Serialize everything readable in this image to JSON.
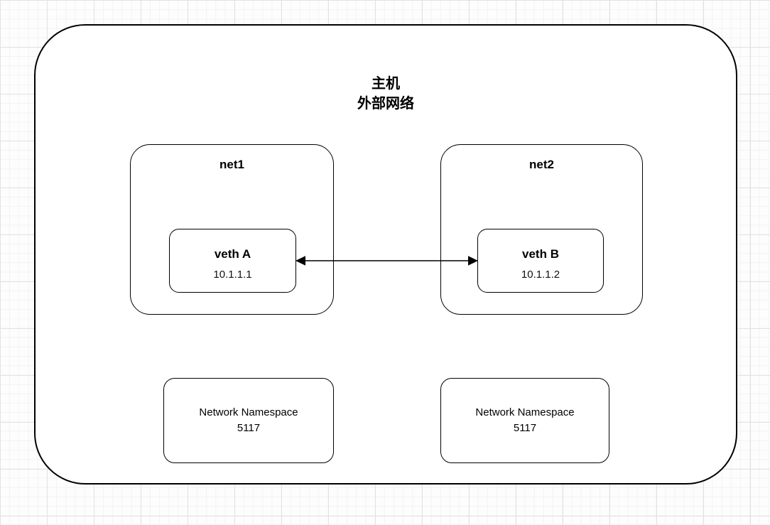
{
  "diagram": {
    "host": {
      "title_line1": "主机",
      "title_line2": "外部网络"
    },
    "net1": {
      "label": "net1",
      "veth": {
        "name": "veth A",
        "ip": "10.1.1.1"
      }
    },
    "net2": {
      "label": "net2",
      "veth": {
        "name": "veth B",
        "ip": "10.1.1.2"
      }
    },
    "connector": {
      "type": "double-headed-arrow",
      "from": "veth A",
      "to": "veth B"
    },
    "namespaces": [
      {
        "line1": "Network Namespace",
        "line2": "5117"
      },
      {
        "line1": "Network Namespace",
        "line2": "5117"
      }
    ],
    "colors": {
      "stroke": "#000000",
      "shape_fill": "#ffffff",
      "grid_minor": "#f3f3f3",
      "grid_major": "#e2e2e2"
    }
  }
}
